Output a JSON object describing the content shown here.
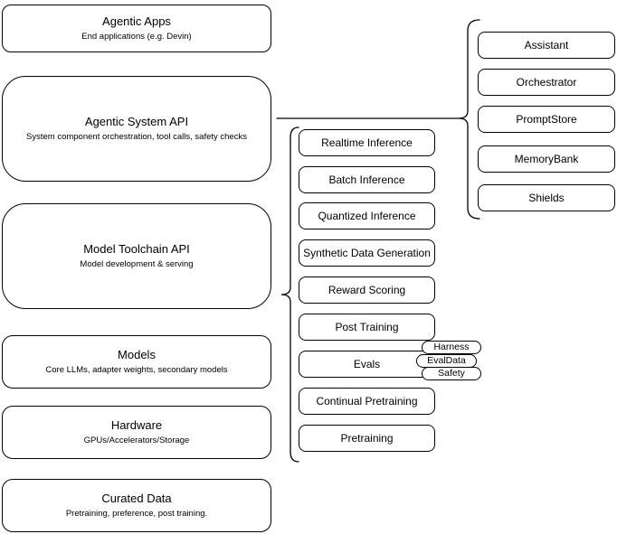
{
  "diagram": {
    "colors": {
      "background": "#ffffff",
      "stroke": "#000000",
      "shape_fill": "#ffffff",
      "text": "#000000"
    },
    "stack": [
      {
        "title": "Agentic Apps",
        "subtitle": "End applications (e.g. Devin)"
      },
      {
        "title": "Agentic System API",
        "subtitle": "System component orchestration, tool calls, safety checks"
      },
      {
        "title": "Model Toolchain API",
        "subtitle": "Model development & serving"
      },
      {
        "title": "Models",
        "subtitle": "Core LLMs, adapter weights, secondary models"
      },
      {
        "title": "Hardware",
        "subtitle": "GPUs/Accelerators/Storage"
      },
      {
        "title": "Curated Data",
        "subtitle": "Pretraining, preference, post training."
      }
    ],
    "components": [
      "Realtime Inference",
      "Batch Inference",
      "Quantized Inference",
      "Synthetic Data Generation",
      "Reward Scoring",
      "Post Training",
      "Evals",
      "Continual Pretraining",
      "Pretraining"
    ],
    "eval_tags": [
      "Harness",
      "EvalData",
      "Safety"
    ],
    "services": [
      "Assistant",
      "Orchestrator",
      "PromptStore",
      "MemoryBank",
      "Shields"
    ]
  }
}
